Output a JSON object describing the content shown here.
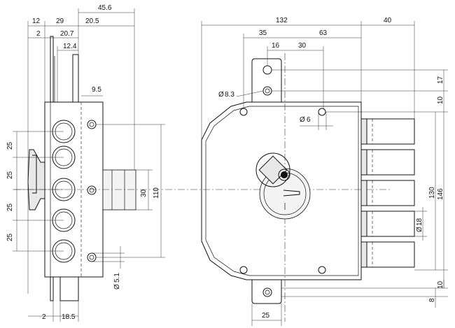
{
  "side_view": {
    "dims_top": [
      "45.6",
      "12",
      "29",
      "20.5",
      "2",
      "20.7",
      "12.4",
      "9.5"
    ],
    "dims_left": [
      "25",
      "25",
      "25",
      "25"
    ],
    "dims_right": [
      "30",
      "110"
    ],
    "dims_bottom": [
      "2",
      "18.5"
    ],
    "dim_hole": "5.1",
    "dia_symbol": "Ø"
  },
  "front_view": {
    "dims_top": [
      "132",
      "40",
      "35",
      "63",
      "16",
      "30"
    ],
    "dia_8_3": "8.3",
    "dia_6": "6",
    "dia_18": "18",
    "dims_right": [
      "17",
      "10",
      "130",
      "146",
      "10",
      "8"
    ],
    "dim_bottom": "25",
    "dia_symbol": "Ø"
  }
}
